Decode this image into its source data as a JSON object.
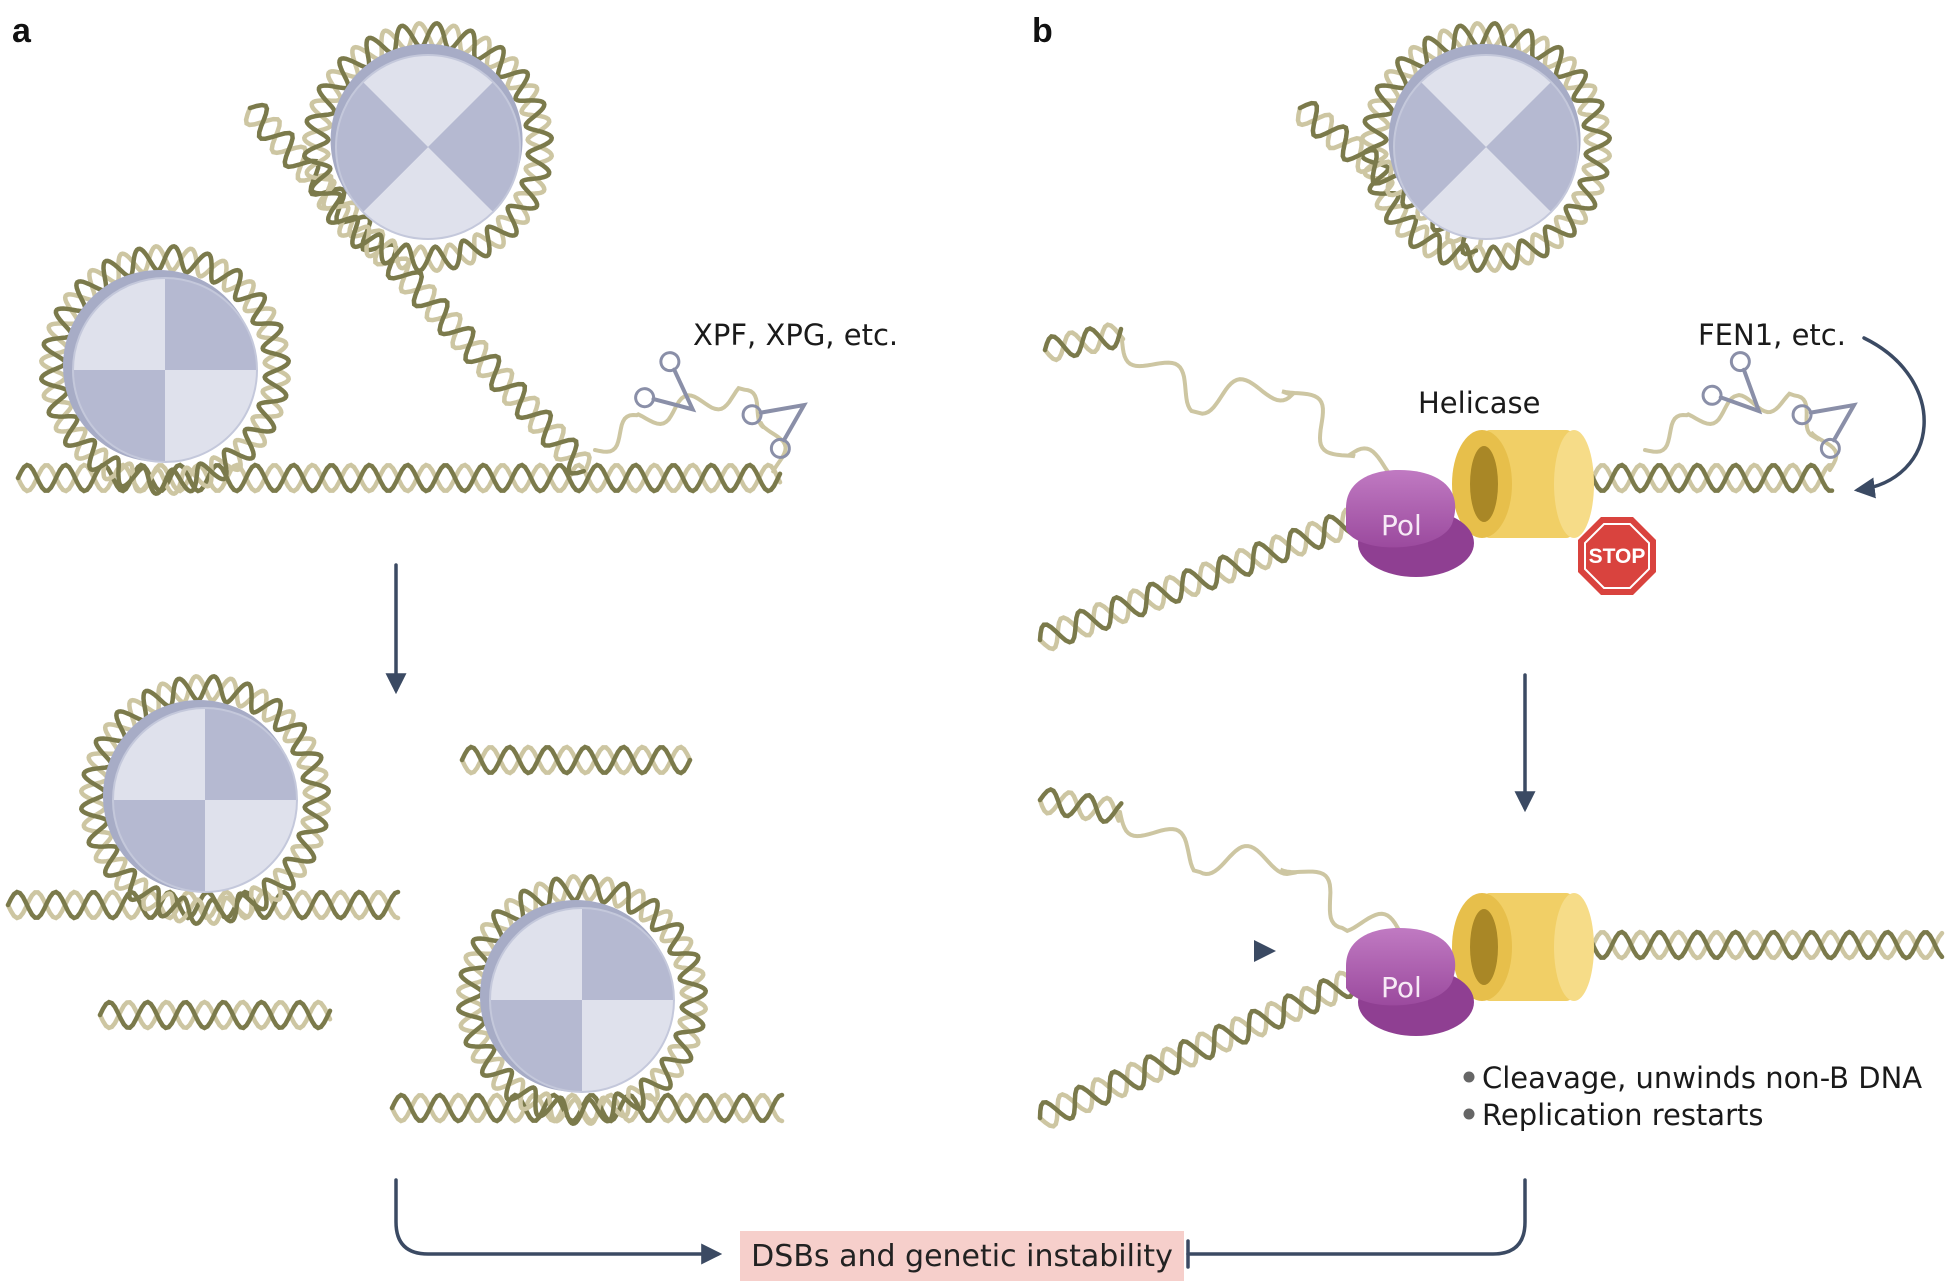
{
  "panels": {
    "a": {
      "letter": "a",
      "nuclease_label": "XPF, XPG, etc."
    },
    "b": {
      "letter": "b",
      "nuclease_label": "FEN1, etc.",
      "helicase_label": "Helicase",
      "polymerase_label": "Pol",
      "stop_sign": "STOP",
      "outcomes": [
        "Cleavage, unwinds non-B DNA",
        "Replication restarts"
      ]
    }
  },
  "result_label": "DSBs and genetic instability",
  "colors": {
    "dna_dark": "#7b7a4b",
    "dna_light": "#cdc6a2",
    "histone_light": "#dfe1ec",
    "histone_dark": "#b5b9d1",
    "polymerase": "#a557a8",
    "helicase": "#f1cf66",
    "stop_sign": "#d9433e",
    "arrow": "#3b4a63",
    "result_box": "#f6cfcb"
  },
  "icons": [
    "scissors-icon",
    "stop-sign-icon",
    "nucleosome-icon",
    "polymerase-icon",
    "helicase-icon"
  ]
}
